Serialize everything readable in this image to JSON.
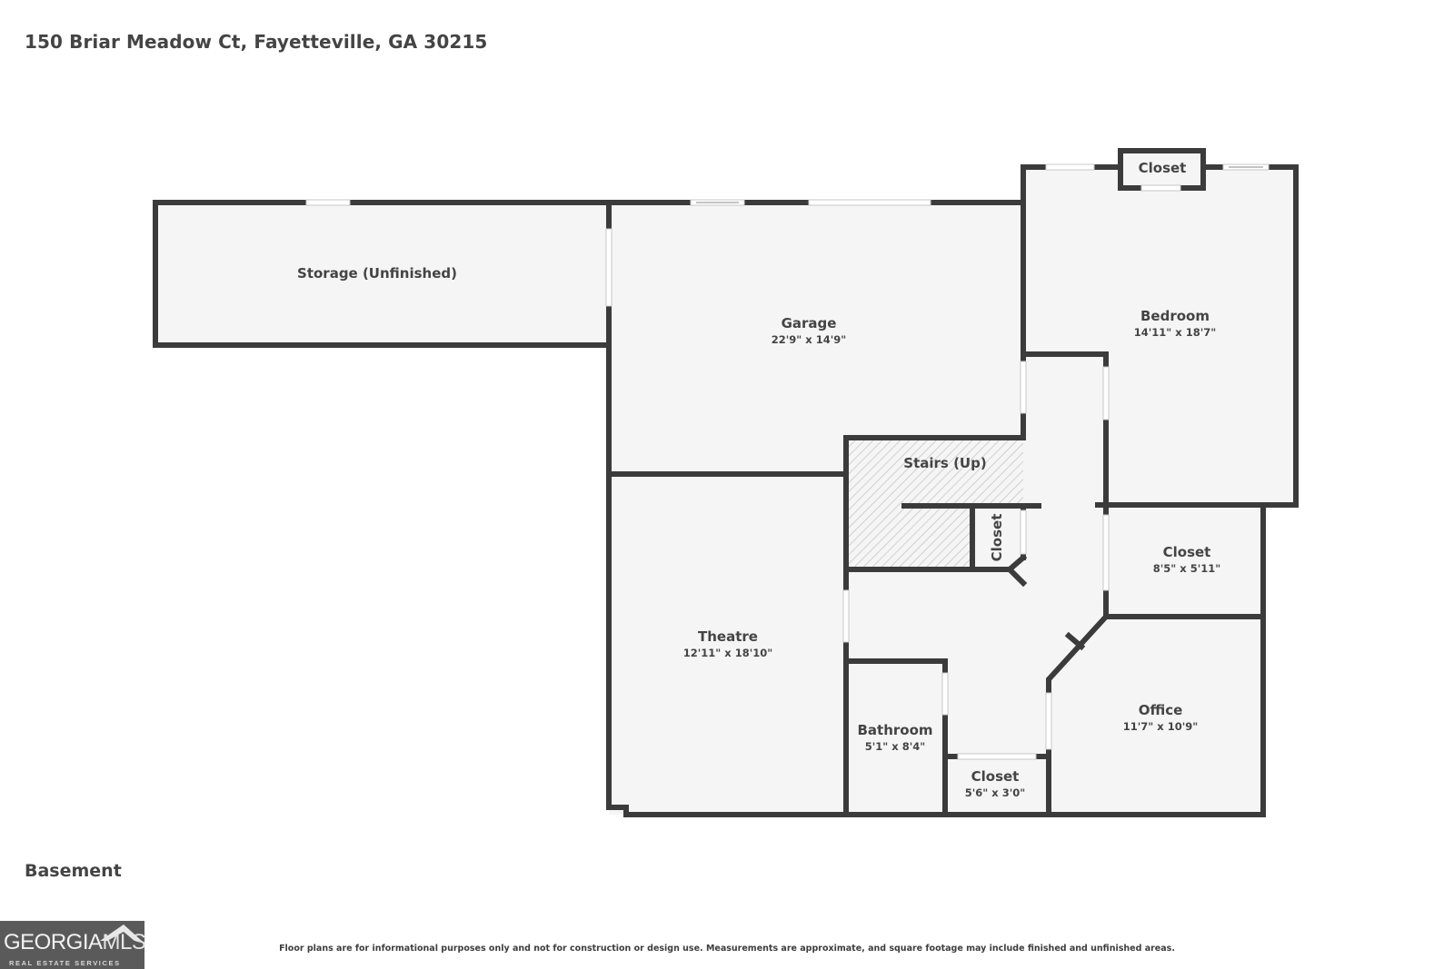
{
  "header": {
    "address": "150 Briar Meadow Ct, Fayetteville, GA 30215"
  },
  "floor": {
    "level_label": "Basement"
  },
  "rooms": [
    {
      "id": "storage",
      "name": "Storage (Unfinished)",
      "dimensions": ""
    },
    {
      "id": "garage",
      "name": "Garage",
      "dimensions": "22'9\" x 14'9\""
    },
    {
      "id": "bedroom",
      "name": "Bedroom",
      "dimensions": "14'11\" x 18'7\""
    },
    {
      "id": "bedroom-closet",
      "name": "Closet",
      "dimensions": ""
    },
    {
      "id": "stairs",
      "name": "Stairs (Up)",
      "dimensions": ""
    },
    {
      "id": "hall-closet",
      "name": "Closet",
      "dimensions": ""
    },
    {
      "id": "closet-right",
      "name": "Closet",
      "dimensions": "8'5\" x 5'11\""
    },
    {
      "id": "theatre",
      "name": "Theatre",
      "dimensions": "12'11\" x 18'10\""
    },
    {
      "id": "office",
      "name": "Office",
      "dimensions": "11'7\" x 10'9\""
    },
    {
      "id": "bathroom",
      "name": "Bathroom",
      "dimensions": "5'1\" x 8'4\""
    },
    {
      "id": "closet-bottom",
      "name": "Closet",
      "dimensions": "5'6\" x 3'0\""
    }
  ],
  "footer": {
    "disclaimer": "Floor plans are for informational purposes only and not for construction or design use. Measurements are approximate, and square footage may include finished and unfinished areas.",
    "logo": {
      "brand": "GEORGIA",
      "brand_suffix": "MLS",
      "tagline": "REAL ESTATE SERVICES"
    }
  },
  "colors": {
    "wall": "#3b3b3b",
    "floor": "#f5f5f5",
    "opening": "#ffffff",
    "text": "#444444",
    "logo_bg": "#5a5a5a"
  }
}
